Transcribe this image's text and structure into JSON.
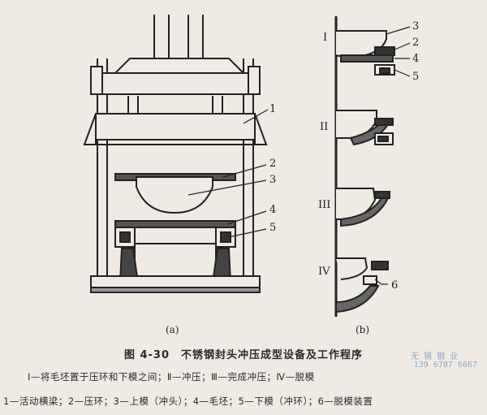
{
  "figure": {
    "sub_a": "(a)",
    "sub_b": "(b)",
    "callouts_a": [
      "1",
      "2",
      "3",
      "4",
      "5"
    ],
    "callouts_b_stage1": [
      "3",
      "2",
      "4",
      "5"
    ],
    "callout_b_stage4": "6",
    "stage_labels": [
      "I",
      "II",
      "III",
      "IV"
    ]
  },
  "caption": {
    "title": "图 4-30　不锈钢封头冲压成型设备及工作程序",
    "steps": "Ⅰ—将毛坯置于压环和下模之间；Ⅱ—冲压；Ⅲ—完成冲压；Ⅳ—脱模",
    "parts": "1—活动横梁；2—压环；3—上模（冲头）；4—毛坯；5—下模（冲环）；6—脱模装置"
  },
  "watermark": {
    "name": "无 锡 钢 业",
    "phone": "139 6707 6667"
  }
}
